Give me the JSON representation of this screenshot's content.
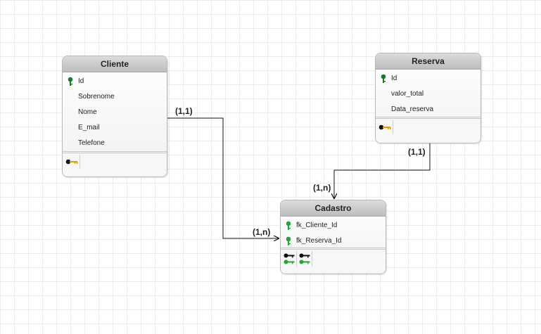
{
  "entities": {
    "cliente": {
      "title": "Cliente",
      "attributes": [
        "Id",
        "Sobrenome",
        "Nome",
        "E_mail",
        "Telefone"
      ]
    },
    "reserva": {
      "title": "Reserva",
      "attributes": [
        "Id",
        "valor_total",
        "Data_reserva"
      ]
    },
    "cadastro": {
      "title": "Cadastro",
      "attributes": [
        "fk_Cliente_Id",
        "fk_Reserva_Id"
      ]
    }
  },
  "cardinalities": {
    "cliente_side": "(1,1)",
    "cadastro_left": "(1,n)",
    "reserva_side": "(1,1)",
    "cadastro_top": "(1,n)"
  },
  "colors": {
    "pk_key": "#1a7a2a",
    "fk_key": "#22a63a",
    "index_key_gold": "#e0a000",
    "index_key_black": "#111111",
    "line": "#111111"
  },
  "icons": [
    "primary-key-icon",
    "foreign-key-icon",
    "index-key-icon"
  ]
}
